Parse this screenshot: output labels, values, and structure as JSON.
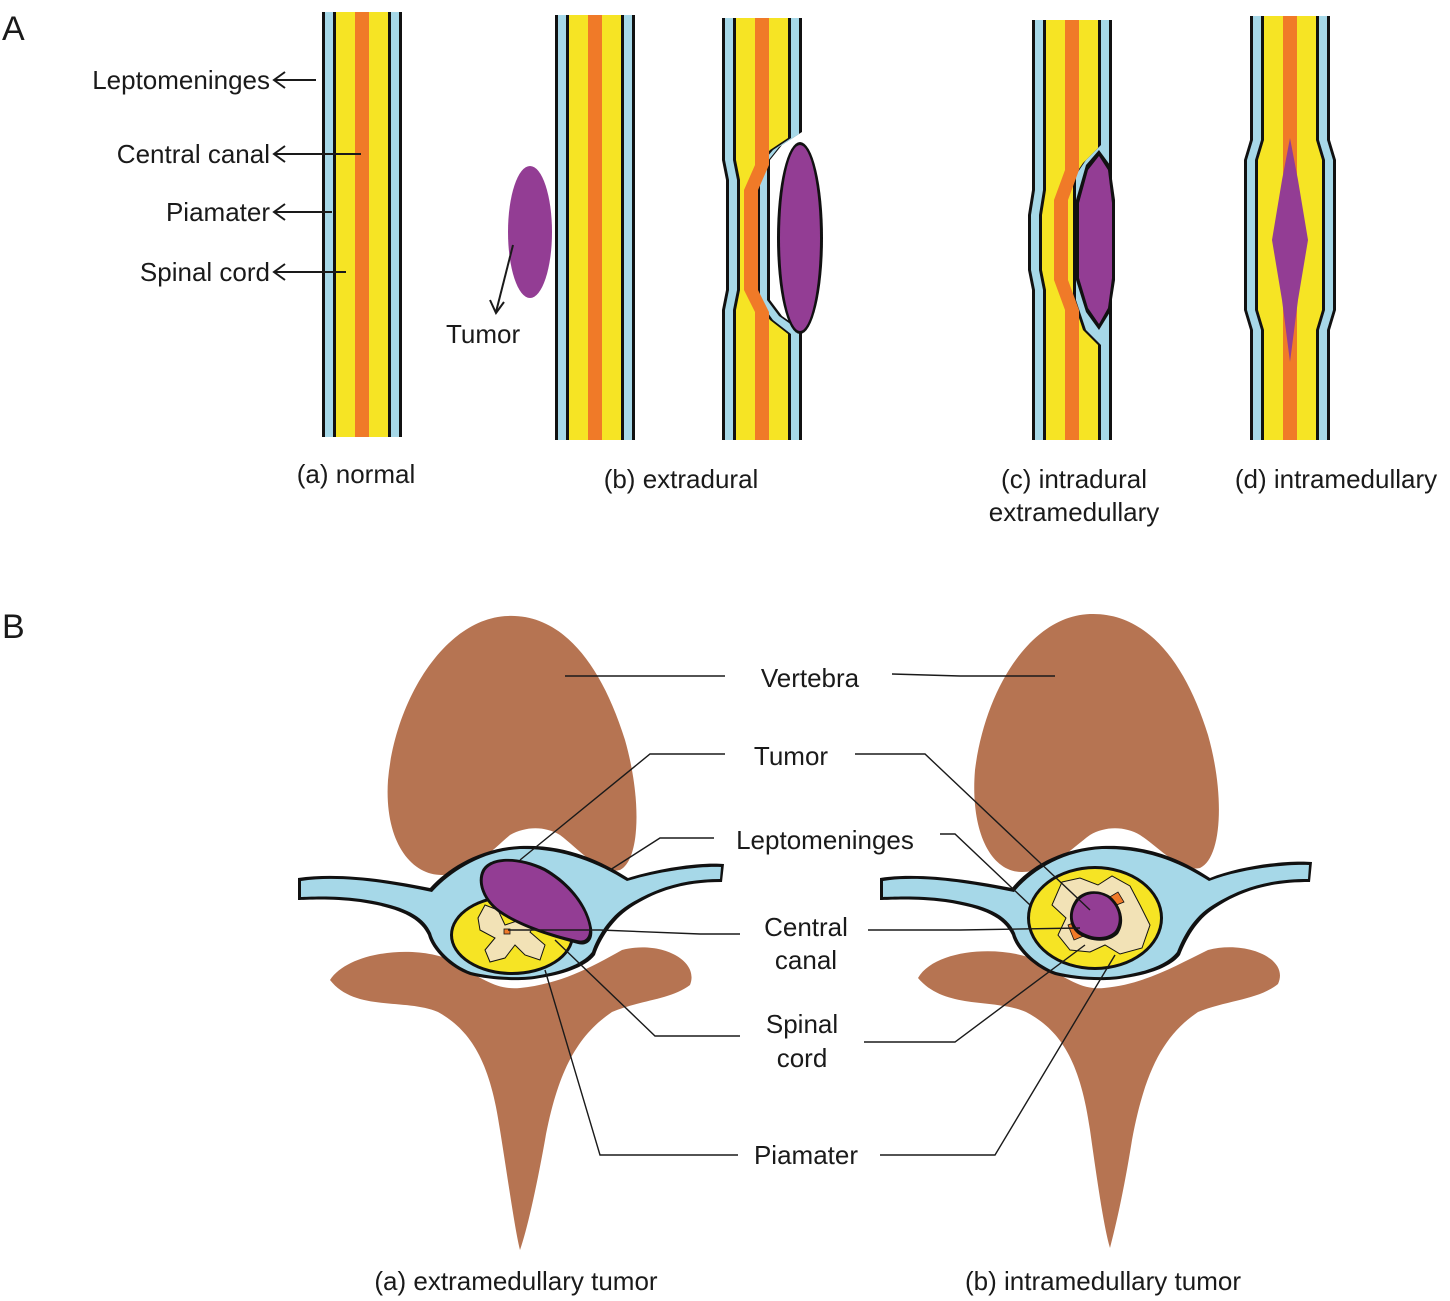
{
  "panels": {
    "a": {
      "letter": "A"
    },
    "b": {
      "letter": "B"
    }
  },
  "panel_a": {
    "labels": {
      "leptomeninges": "Leptomeninges",
      "central_canal": "Central canal",
      "piamater": "Piamater",
      "spinal_cord": "Spinal cord",
      "tumor": "Tumor"
    },
    "captions": {
      "normal": "(a) normal",
      "extradural": "(b) extradural",
      "intradural_line1": "(c) intradural",
      "intradural_line2": "extramedullary",
      "intramedullary": "(d) intramedullary"
    }
  },
  "panel_b": {
    "labels": {
      "vertebra": "Vertebra",
      "tumor": "Tumor",
      "leptomeninges": "Leptomeninges",
      "central_line1": "Central",
      "central_line2": "canal",
      "spinal_line1": "Spinal",
      "spinal_line2": "cord",
      "piamater": "Piamater"
    },
    "captions": {
      "extramedullary": "(a) extramedullary tumor",
      "intramedullary": "(b) intramedullary tumor"
    }
  },
  "colors": {
    "meninges": "#a6d8e8",
    "cord": "#f6e424",
    "canal": "#f07a28",
    "tumor": "#933d94",
    "bone": "#b67452",
    "gray_matter": "#f2e2b6"
  }
}
